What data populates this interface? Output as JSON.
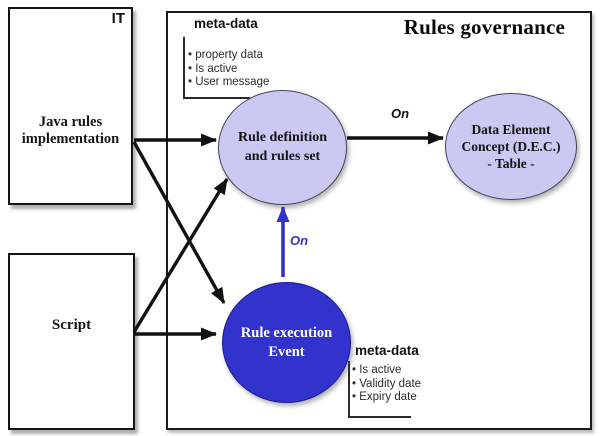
{
  "colors": {
    "light_node_fill": "#c9c9f1",
    "dark_node_fill": "#3232cd",
    "arrow_blue": "#3333cc",
    "arrow_black": "#111111"
  },
  "left_panel": {
    "java_box": {
      "corner_tag": "IT",
      "label": "Java rules\nimplementation"
    },
    "script_box": {
      "label": "Script"
    }
  },
  "governance": {
    "title": "Rules governance",
    "meta_top": {
      "heading": "meta-data",
      "items": [
        "property data",
        "Is active",
        "User message"
      ]
    },
    "meta_bottom": {
      "heading": "meta-data",
      "items": [
        "Is active",
        "Validity date",
        "Expiry date"
      ]
    },
    "nodes": {
      "rule_definition": "Rule definition\nand rules set",
      "rule_execution": "Rule execution\nEvent",
      "dec": "Data Element\nConcept (D.E.C.)\n- Table -"
    },
    "edge_labels": {
      "definition_to_dec": "On",
      "execution_to_definition": "On"
    }
  }
}
